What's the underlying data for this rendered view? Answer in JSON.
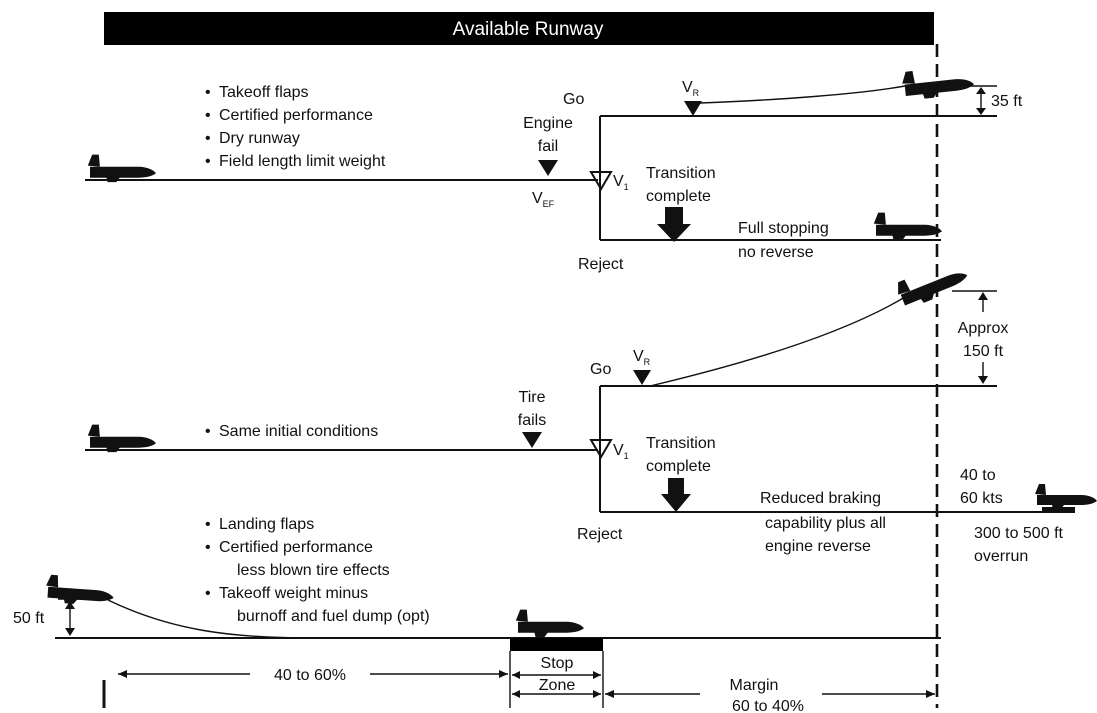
{
  "banner": {
    "title": "Available Runway"
  },
  "scenario1": {
    "bullets": [
      "Takeoff flaps",
      "Certified performance",
      "Dry runway",
      "Field length limit weight"
    ],
    "engine_fail": [
      "Engine",
      "fail"
    ],
    "vef": {
      "main": "V",
      "sub": "EF"
    },
    "v1": {
      "main": "V",
      "sub": "1"
    },
    "vr": {
      "main": "V",
      "sub": "R"
    },
    "go": "Go",
    "reject": "Reject",
    "transition": [
      "Transition",
      "complete"
    ],
    "stopping": [
      "Full stopping",
      "no reverse"
    ],
    "height": "35 ft"
  },
  "scenario2": {
    "bullet": "Same initial conditions",
    "tire_fails": [
      "Tire",
      "fails"
    ],
    "v1": {
      "main": "V",
      "sub": "1"
    },
    "vr": {
      "main": "V",
      "sub": "R"
    },
    "go": "Go",
    "reject": "Reject",
    "transition": [
      "Transition",
      "complete"
    ],
    "height": [
      "Approx",
      "150 ft"
    ],
    "braking": [
      "Reduced braking",
      "capability plus all",
      "engine reverse"
    ],
    "speed": [
      "40 to",
      "60 kts"
    ],
    "overrun": [
      "300 to 500 ft",
      "overrun"
    ]
  },
  "scenario3": {
    "bullets": [
      "Landing flaps",
      "Certified performance",
      "Takeoff weight minus"
    ],
    "continuations": [
      "less blown tire effects",
      "burnoff and fuel dump (opt)"
    ],
    "height": "50 ft",
    "stop_zone": [
      "Stop",
      "Zone"
    ],
    "left_pct": "40 to 60%",
    "margin": [
      "Margin",
      "60 to 40%"
    ]
  }
}
